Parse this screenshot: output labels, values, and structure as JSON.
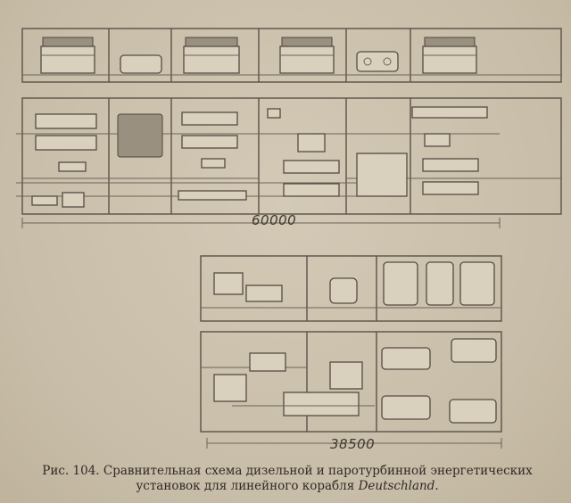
{
  "figure": {
    "dimension_top": "60000",
    "dimension_bottom": "38500",
    "caption_prefix": "Рис. 104.",
    "caption_line1": "Сравнительная схема дизельной и паротурбинной энергетических",
    "caption_line2": "установок для линейного корабля",
    "caption_ship": "Deutschland."
  }
}
